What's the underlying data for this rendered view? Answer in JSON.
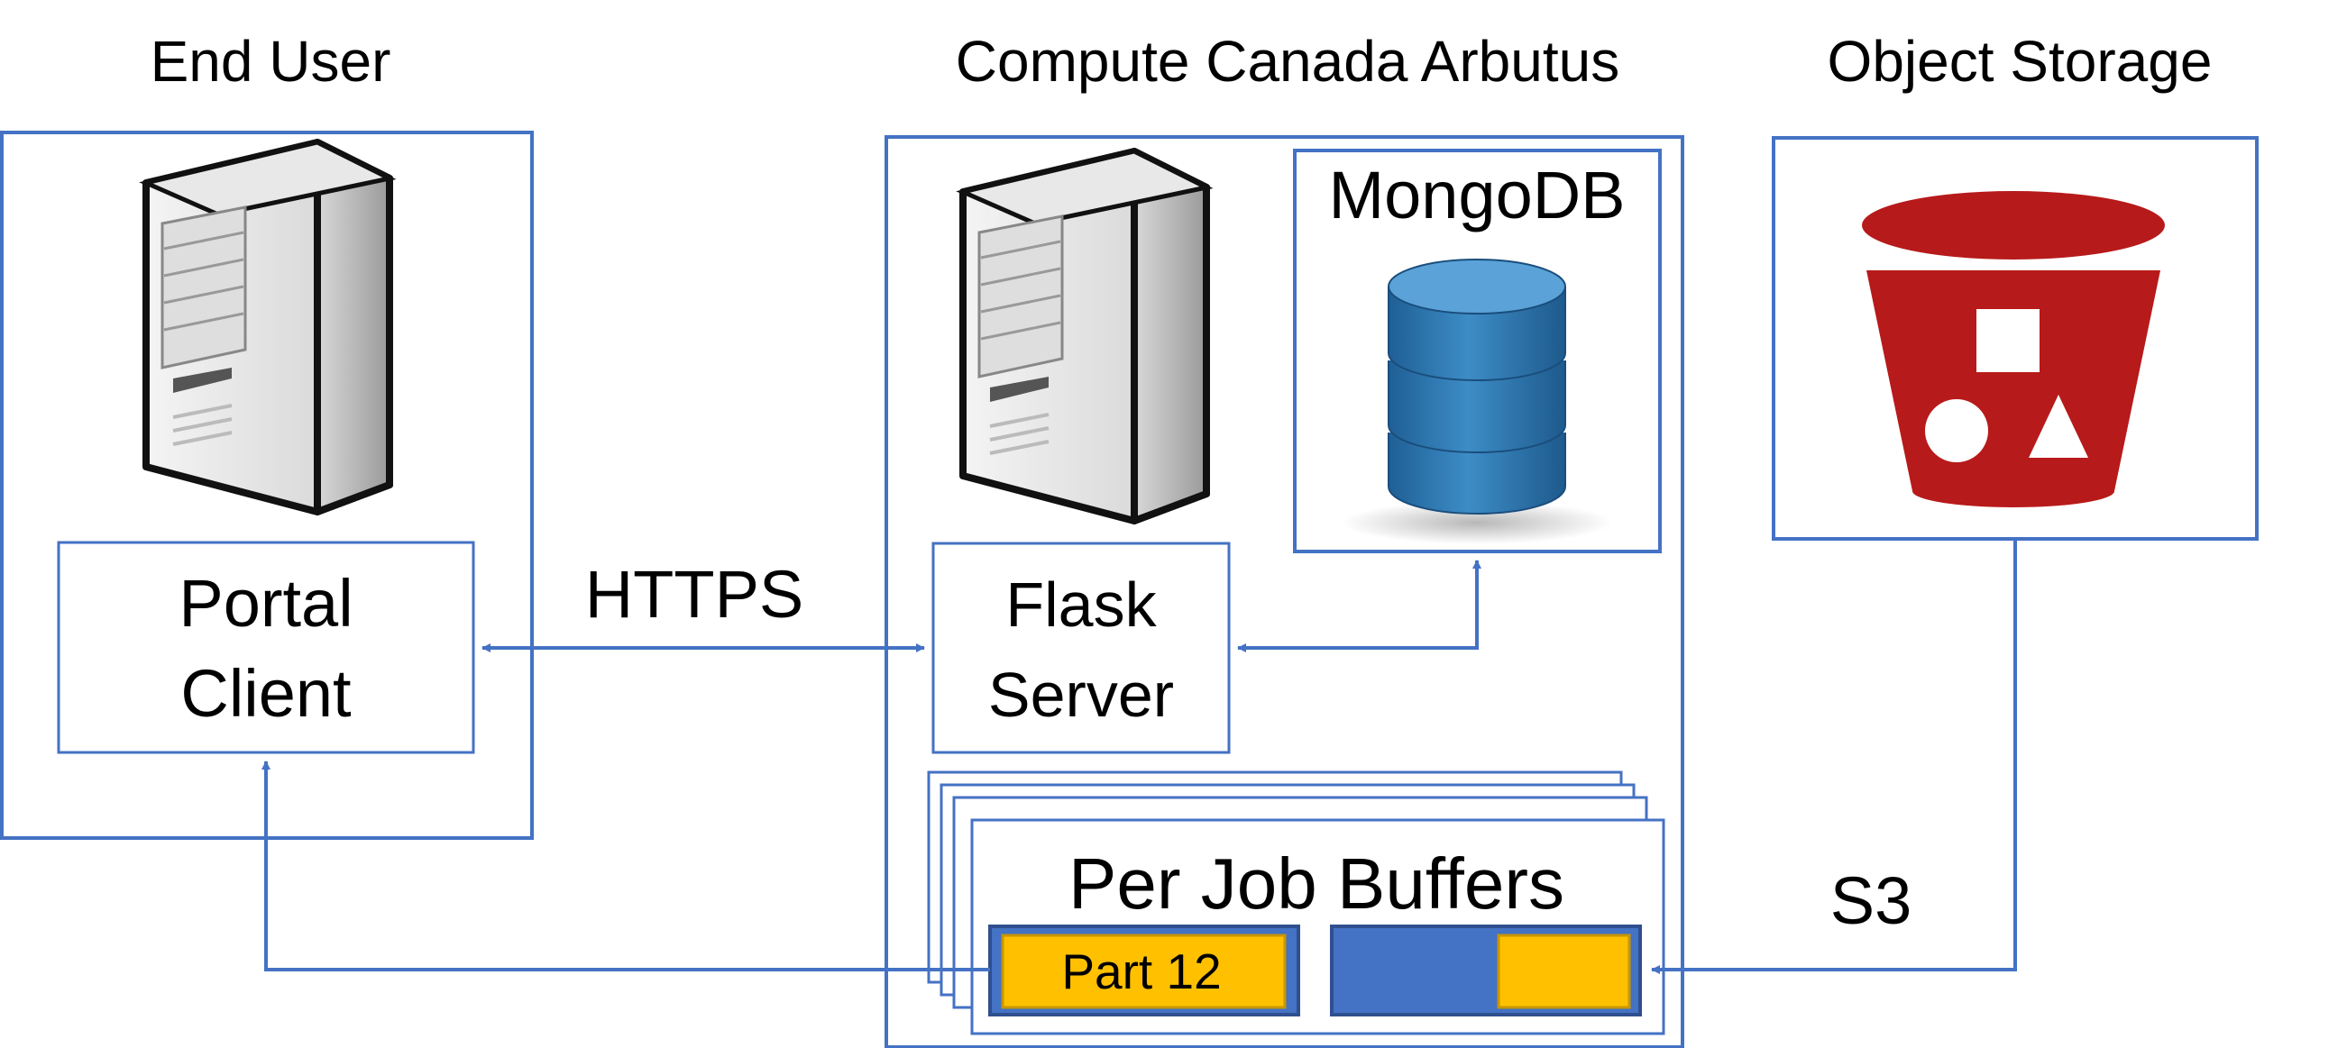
{
  "headings": {
    "end_user": "End User",
    "compute": "Compute Canada Arbutus",
    "storage": "Object Storage"
  },
  "portal": {
    "line1": "Portal",
    "line2": "Client"
  },
  "flask": {
    "line1": "Flask",
    "line2": "Server"
  },
  "mongodb": {
    "label": "MongoDB"
  },
  "buffers": {
    "title": "Per Job Buffers",
    "part_label": "Part 12"
  },
  "links": {
    "https": "HTTPS",
    "s3": "S3"
  },
  "colors": {
    "line": "#4472C4",
    "accent_yellow": "#FFC000",
    "bucket_red": "#B71A1A",
    "db_blue": "#2E75B6"
  },
  "icons": [
    "server-tower-icon",
    "database-icon",
    "bucket-icon"
  ]
}
